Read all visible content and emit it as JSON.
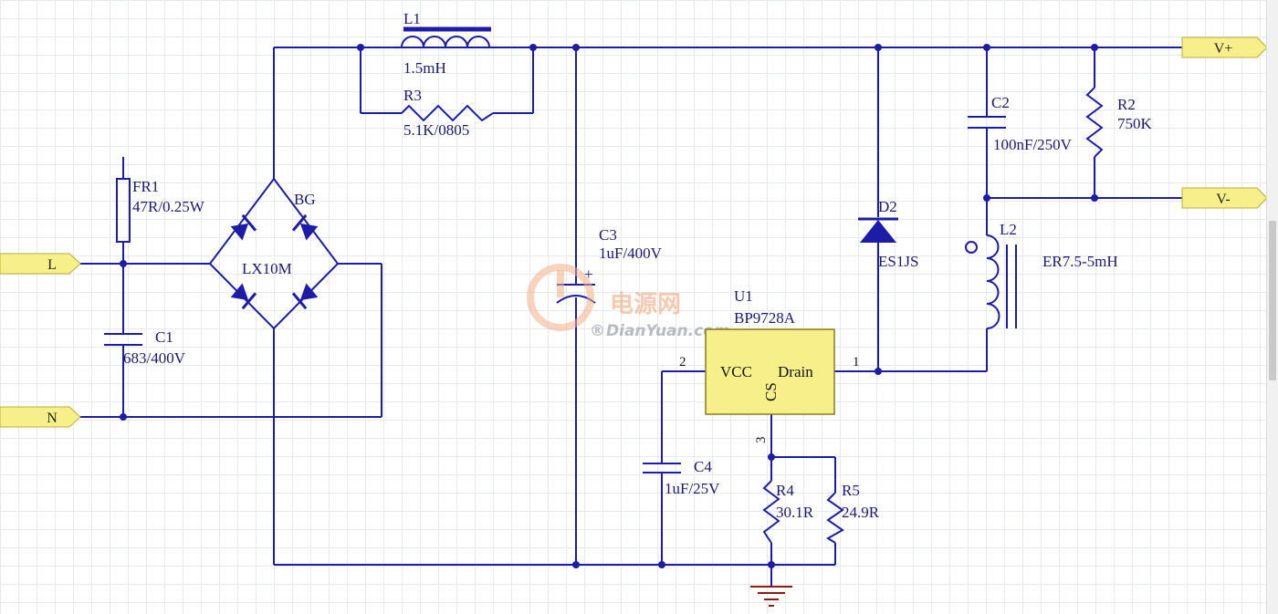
{
  "ports": {
    "L": "L",
    "N": "N",
    "Vplus": "V+",
    "Vminus": "V-"
  },
  "components": {
    "FR1": {
      "ref": "FR1",
      "value": "47R/0.25W"
    },
    "C1": {
      "ref": "C1",
      "value": "683/400V"
    },
    "BG": {
      "ref": "BG",
      "value": "LX10M"
    },
    "L1": {
      "ref": "L1",
      "value": "1.5mH"
    },
    "R3": {
      "ref": "R3",
      "value": "5.1K/0805"
    },
    "C3": {
      "ref": "C3",
      "value": "1uF/400V",
      "polarity": "+"
    },
    "U1": {
      "ref": "U1",
      "value": "BP9728A",
      "pin_vcc": "VCC",
      "pin_cs": "CS",
      "pin_drain": "Drain",
      "pin1": "1",
      "pin2": "2",
      "pin3": "3"
    },
    "C4": {
      "ref": "C4",
      "value": "1uF/25V"
    },
    "R4": {
      "ref": "R4",
      "value": "30.1R"
    },
    "R5": {
      "ref": "R5",
      "value": "24.9R"
    },
    "D2": {
      "ref": "D2",
      "value": "ES1JS"
    },
    "C2": {
      "ref": "C2",
      "value": "100nF/250V"
    },
    "R2": {
      "ref": "R2",
      "value": "750K"
    },
    "L2": {
      "ref": "L2",
      "value": "ER7.5-5mH"
    }
  },
  "watermark": {
    "chinese": "电源网",
    "english": "DianYuan.com",
    "registered": "®"
  },
  "colors": {
    "wire": "#1c1ca6",
    "port_fill": "#f7f08a",
    "ic_fill": "#f7f08a",
    "watermark": "#f0a070"
  }
}
